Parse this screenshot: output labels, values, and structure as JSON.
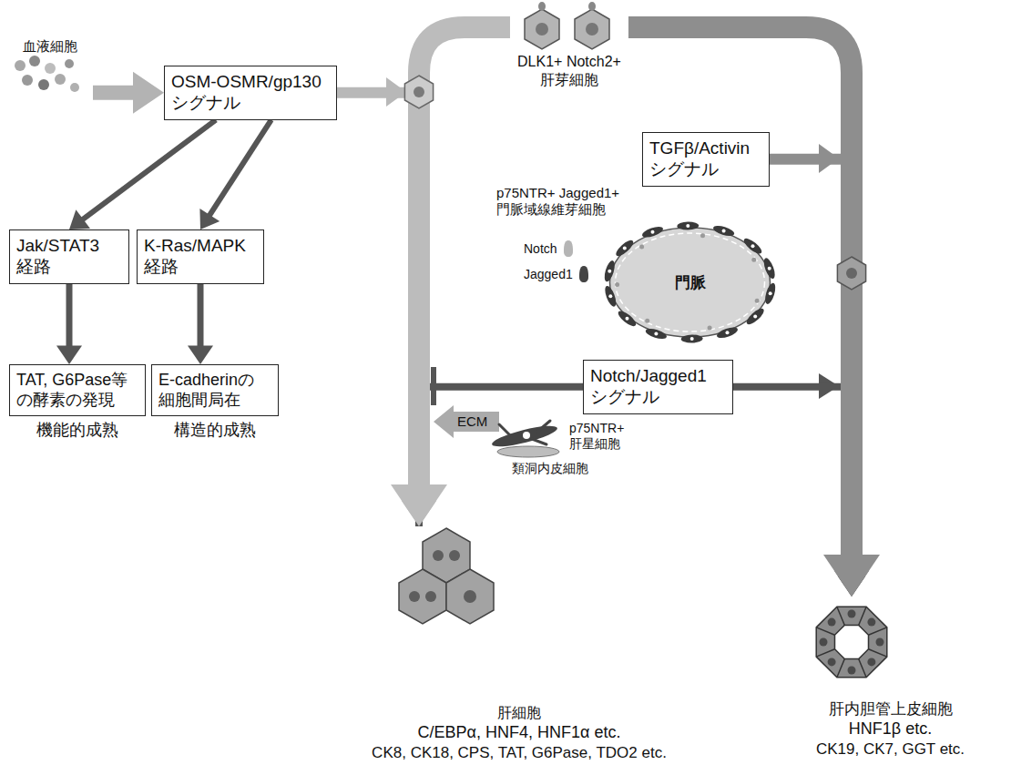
{
  "diagram": {
    "nodes": [
      {
        "text": [
          "血液細胞"
        ]
      },
      {
        "text": [
          "OSM-OSMR/gp130 シグナル"
        ]
      },
      {
        "text": [
          "DLK1+ Notch2+ 肝芽細胞"
        ]
      },
      {
        "text": [
          "TGFβ/Activin シグナル"
        ]
      },
      {
        "text": [
          "門脈"
        ]
      },
      {
        "text": [
          "Jak/STAT3 経路"
        ]
      },
      {
        "text": [
          "K-Ras/MAPK 経路"
        ]
      },
      {
        "text": [
          "Notch/Jagged1 シグナル"
        ]
      },
      {
        "text": [
          "TAT, G6Pase等 の酵素の発現",
          "機能的成熟"
        ]
      },
      {
        "text": [
          "E-cadherinの 細胞間局在",
          "構造的成熟"
        ]
      },
      {
        "text": [
          "肝細胞",
          "C/EBPα, HNF4, HNF1α etc.",
          "CK8, CK18, CPS, TAT, G6Pase, TDO2 etc."
        ]
      },
      {
        "text": [
          "肝内胆管上皮細胞",
          "HNF1β etc.",
          "CK19, CK7, GGT etc."
        ]
      }
    ],
    "edges": [
      {
        "from": 0,
        "to": 1,
        "arrow": "to"
      },
      {
        "from": 1,
        "to": 5,
        "arrow": "to"
      },
      {
        "from": 1,
        "to": 6,
        "arrow": "to"
      },
      {
        "from": 5,
        "to": 8,
        "arrow": "to"
      },
      {
        "from": 6,
        "to": 9,
        "arrow": "to"
      },
      {
        "from": 1,
        "to": 10,
        "arrow": "to"
      },
      {
        "from": 7,
        "to": 10,
        "arrow": "none"
      },
      {
        "from": 3,
        "to": 11,
        "arrow": "to"
      },
      {
        "from": 7,
        "to": 11,
        "arrow": "to"
      },
      {
        "from": 2,
        "to": 10,
        "arrow": "to"
      },
      {
        "from": 2,
        "to": 11,
        "arrow": "to"
      }
    ],
    "labels": [
      "p75NTR+ Jagged1+ 門脈域線維芽細胞",
      "p75NTR+ 肝星細胞",
      "類洞内皮細胞",
      "ECM"
    ],
    "legend": [
      {
        "text": "Notch"
      },
      {
        "text": "Jagged1"
      }
    ]
  }
}
